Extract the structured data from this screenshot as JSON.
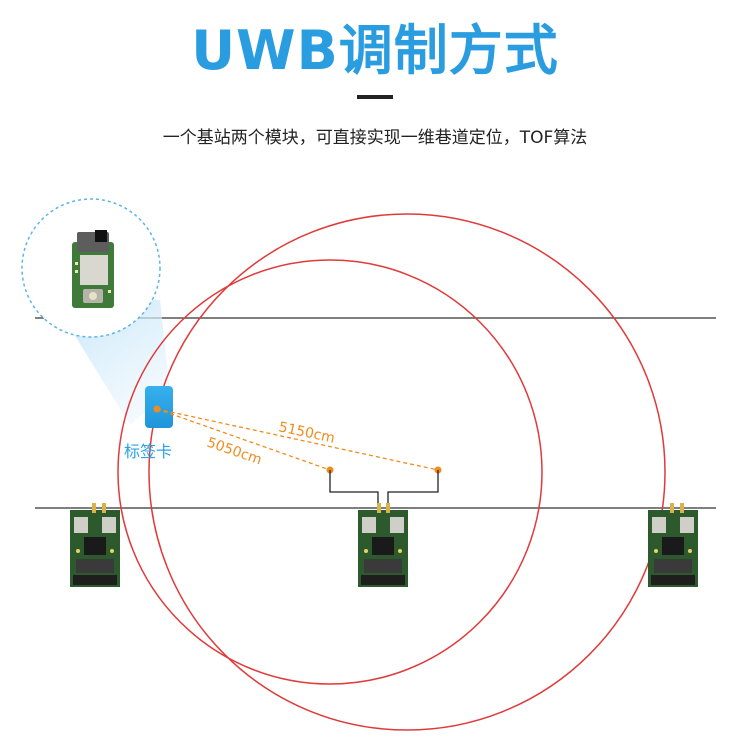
{
  "header": {
    "title": "UWB调制方式",
    "subtitle": "一个基站两个模块，可直接实现一维巷道定位，TOF算法"
  },
  "diagram": {
    "tag_label": "标签卡",
    "distance_1": "5150cm",
    "distance_2": "5050cm"
  },
  "colors": {
    "title": "#2a9de0",
    "circle": "#e03a3a",
    "distance": "#f08c1e",
    "tag": "#29a3e6"
  }
}
